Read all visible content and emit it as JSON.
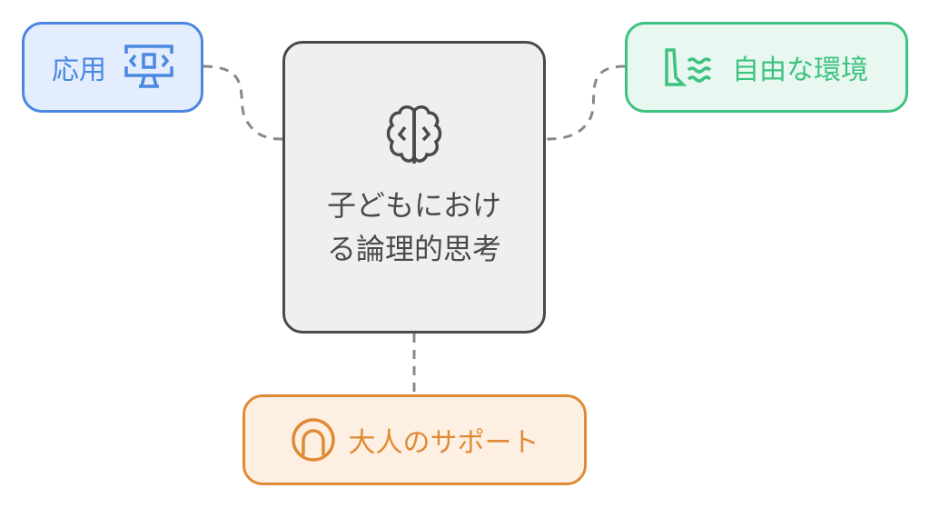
{
  "center": {
    "title": "子どもにおける論理的思考",
    "icon": "brain-icon"
  },
  "nodes": {
    "application": {
      "label": "応用",
      "icon": "monitor-code-icon",
      "color": "#4a88e0"
    },
    "environment": {
      "label": "自由な環境",
      "icon": "dam-water-icon",
      "color": "#3fc27f"
    },
    "support": {
      "label": "大人のサポート",
      "icon": "lifebuoy-icon",
      "color": "#e08a35"
    }
  }
}
